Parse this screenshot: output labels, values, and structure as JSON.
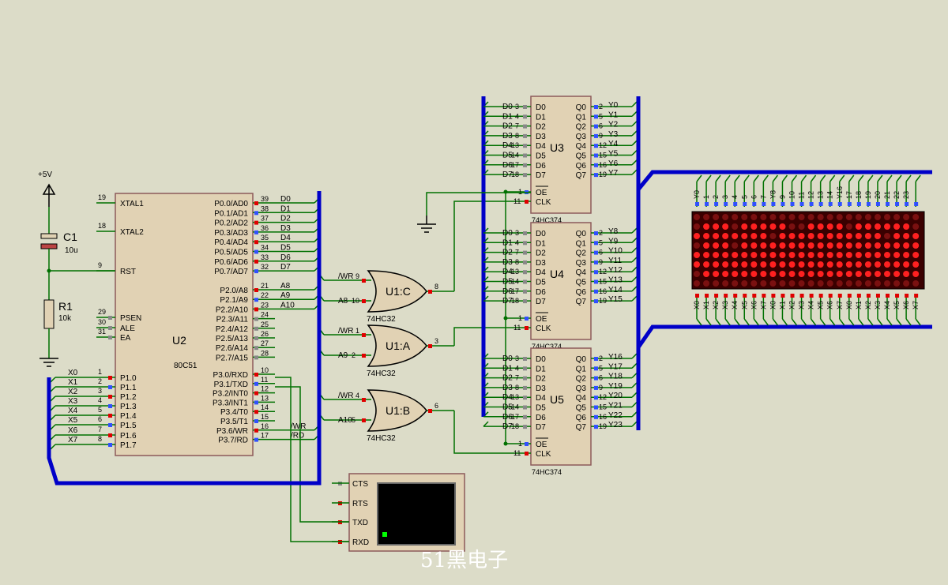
{
  "colors": {
    "background": "#dcdcc8",
    "wire": "#007000",
    "bus": "#0000c8",
    "chip_fill": "#e1d2b4",
    "chip_border": "#8c5a5a",
    "pin_red": "#e00000",
    "pin_blue": "#3050ff",
    "pin_gray": "#888888",
    "led_on": "#ff2020",
    "led_dim": "#7a1010",
    "matrix_bg": "#3a0000"
  },
  "power": {
    "label": "+5V"
  },
  "c1": {
    "ref": "C1",
    "value": "10u"
  },
  "r1": {
    "ref": "R1",
    "value": "10k"
  },
  "u2": {
    "ref": "U2",
    "part": "80C51",
    "left_pins": [
      {
        "num": "19",
        "name": "XTAL1"
      },
      {
        "num": "18",
        "name": "XTAL2"
      },
      {
        "num": "9",
        "name": "RST"
      },
      {
        "num": "29",
        "name": "PSEN"
      },
      {
        "num": "30",
        "name": "ALE"
      },
      {
        "num": "31",
        "name": "EA"
      },
      {
        "num": "1",
        "name": "P1.0"
      },
      {
        "num": "2",
        "name": "P1.1"
      },
      {
        "num": "3",
        "name": "P1.2"
      },
      {
        "num": "4",
        "name": "P1.3"
      },
      {
        "num": "5",
        "name": "P1.4"
      },
      {
        "num": "6",
        "name": "P1.5"
      },
      {
        "num": "7",
        "name": "P1.6"
      },
      {
        "num": "8",
        "name": "P1.7"
      }
    ],
    "right_pins": [
      {
        "num": "39",
        "name": "P0.0/AD0"
      },
      {
        "num": "38",
        "name": "P0.1/AD1"
      },
      {
        "num": "37",
        "name": "P0.2/AD2"
      },
      {
        "num": "36",
        "name": "P0.3/AD3"
      },
      {
        "num": "35",
        "name": "P0.4/AD4"
      },
      {
        "num": "34",
        "name": "P0.5/AD5"
      },
      {
        "num": "33",
        "name": "P0.6/AD6"
      },
      {
        "num": "32",
        "name": "P0.7/AD7"
      },
      {
        "num": "21",
        "name": "P2.0/A8"
      },
      {
        "num": "22",
        "name": "P2.1/A9"
      },
      {
        "num": "23",
        "name": "P2.2/A10"
      },
      {
        "num": "24",
        "name": "P2.3/A11"
      },
      {
        "num": "25",
        "name": "P2.4/A12"
      },
      {
        "num": "26",
        "name": "P2.5/A13"
      },
      {
        "num": "27",
        "name": "P2.6/A14"
      },
      {
        "num": "28",
        "name": "P2.7/A15"
      },
      {
        "num": "10",
        "name": "P3.0/RXD"
      },
      {
        "num": "11",
        "name": "P3.1/TXD"
      },
      {
        "num": "12",
        "name": "P3.2/INT0"
      },
      {
        "num": "13",
        "name": "P3.3/INT1"
      },
      {
        "num": "14",
        "name": "P3.4/T0"
      },
      {
        "num": "15",
        "name": "P3.5/T1"
      },
      {
        "num": "16",
        "name": "P3.6/WR"
      },
      {
        "num": "17",
        "name": "P3.7/RD"
      }
    ],
    "p0_nets": [
      "D0",
      "D1",
      "D2",
      "D3",
      "D4",
      "D5",
      "D6",
      "D7"
    ],
    "p2_nets": [
      "A8",
      "A9",
      "A10"
    ],
    "p3_nets": [
      "WR",
      "RD"
    ],
    "p1_nets": [
      "X0",
      "X1",
      "X2",
      "X3",
      "X4",
      "X5",
      "X6",
      "X7"
    ]
  },
  "gates": [
    {
      "ref": "U1:C",
      "part": "74HC32",
      "in1": "/WR",
      "in1_pin": "9",
      "in2": "A8",
      "in2_pin": "10",
      "out_pin": "8"
    },
    {
      "ref": "U1:A",
      "part": "74HC32",
      "in1": "/WR",
      "in1_pin": "1",
      "in2": "A9",
      "in2_pin": "2",
      "out_pin": "3"
    },
    {
      "ref": "U1:B",
      "part": "74HC32",
      "in1": "/WR",
      "in1_pin": "4",
      "in2": "A10",
      "in2_pin": "5",
      "out_pin": "6"
    }
  ],
  "latches": [
    {
      "ref": "U3",
      "part": "74HC374",
      "in_pins": [
        "3",
        "4",
        "7",
        "8",
        "13",
        "14",
        "17",
        "18"
      ],
      "out_pins": [
        "2",
        "5",
        "6",
        "9",
        "12",
        "15",
        "16",
        "19"
      ],
      "out_nets": [
        "Y0",
        "Y1",
        "Y2",
        "Y3",
        "Y4",
        "Y5",
        "Y6",
        "Y7"
      ],
      "net_labels": [
        "D0",
        "D1",
        "D2",
        "D3",
        "D4",
        "D5",
        "D6",
        "D7"
      ]
    },
    {
      "ref": "U4",
      "part": "74HC374",
      "in_pins": [
        "3",
        "4",
        "7",
        "8",
        "13",
        "14",
        "17",
        "18"
      ],
      "out_pins": [
        "2",
        "5",
        "6",
        "9",
        "12",
        "15",
        "16",
        "19"
      ],
      "out_nets": [
        "Y8",
        "Y9",
        "Y10",
        "Y11",
        "Y12",
        "Y13",
        "Y14",
        "Y15"
      ],
      "net_labels": [
        "D0",
        "D1",
        "D2",
        "D3",
        "D4",
        "D5",
        "D6",
        "D7"
      ]
    },
    {
      "ref": "U5",
      "part": "74HC374",
      "in_pins": [
        "3",
        "4",
        "7",
        "8",
        "13",
        "14",
        "17",
        "18"
      ],
      "out_pins": [
        "2",
        "5",
        "6",
        "9",
        "12",
        "15",
        "16",
        "19"
      ],
      "out_nets": [
        "Y16",
        "Y17",
        "Y18",
        "Y19",
        "Y20",
        "Y21",
        "Y22",
        "Y23"
      ],
      "net_labels": [
        "D0",
        "D1",
        "D2",
        "D3",
        "D4",
        "D5",
        "D6",
        "D7"
      ]
    }
  ],
  "latch_pins": {
    "d": [
      "D0",
      "D1",
      "D2",
      "D3",
      "D4",
      "D5",
      "D6",
      "D7"
    ],
    "q": [
      "Q0",
      "Q1",
      "Q2",
      "Q3",
      "Q4",
      "Q5",
      "Q6",
      "Q7"
    ],
    "oe": "OE",
    "oe_pin": "1",
    "clk": "CLK",
    "clk_pin": "11"
  },
  "matrix": {
    "top_labels": [
      "Y0",
      "1",
      "2",
      "3",
      "4",
      "5",
      "6",
      "7",
      "Y8",
      "9",
      "10",
      "11",
      "12",
      "13",
      "14",
      "Y16",
      "17",
      "18",
      "19",
      "20",
      "21",
      "22",
      "23"
    ],
    "bottom_labels": [
      "X0",
      "X1",
      "X2",
      "X3",
      "X4",
      "X5",
      "X6",
      "X7",
      "X0",
      "X1",
      "X2",
      "X3",
      "X4",
      "X5",
      "X6",
      "X7",
      "X0",
      "X1",
      "X2",
      "X3",
      "X4",
      "X5",
      "X6",
      "X7"
    ],
    "rows": [
      "000000000000000000000000",
      "011101111100111101111110",
      "111111110111111111110111",
      "011101111111111111111111",
      "111111111111111111111111",
      "111111111111111111111111",
      "011111111111111111111111",
      "000000000000000000000000"
    ]
  },
  "terminal": {
    "pins": [
      "CTS",
      "RTS",
      "TXD",
      "RXD"
    ]
  },
  "watermark": "51黑电子"
}
